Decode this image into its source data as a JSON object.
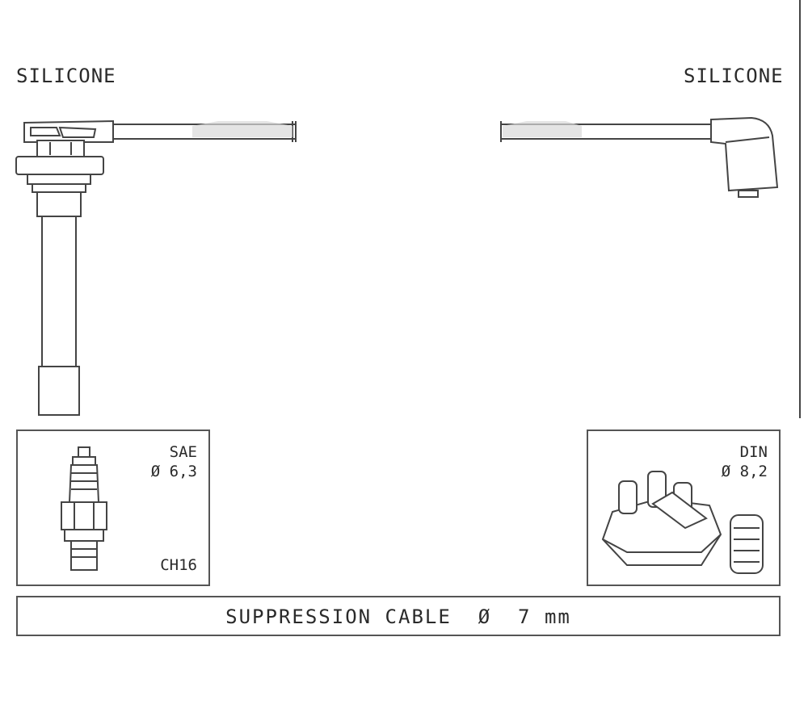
{
  "labels": {
    "left_material": "SILICONE",
    "right_material": "SILICONE"
  },
  "left_box": {
    "standard": "SAE",
    "diameter": "Ø 6,3",
    "code": "CH16"
  },
  "right_box": {
    "standard": "DIN",
    "diameter": "Ø 8,2"
  },
  "caption": "SUPPRESSION CABLE  Ø  7 mm"
}
